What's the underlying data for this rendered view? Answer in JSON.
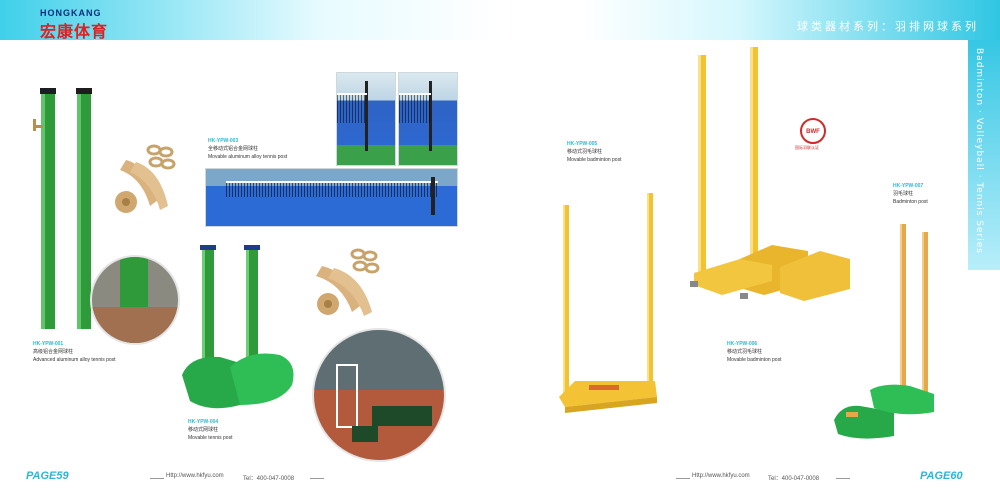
{
  "header": {
    "logo_en": "HONGKANG",
    "logo_cn": "宏康体育",
    "series_cn": "球类器材系列：羽排网球系列",
    "side_series": "Badminton · Volleyball · Tennis Series"
  },
  "products": {
    "p001": {
      "code": "HK-YPW-001",
      "cn": "高级铝合金网球柱",
      "en": "Advanced aluminum alloy tennis post"
    },
    "p003": {
      "code": "HK-YPW-003",
      "cn": "全移动式铝合金网球柱",
      "en": "Movable aluminum alloy tennis post"
    },
    "p004": {
      "code": "HK-YPW-004",
      "cn": "移动式网球柱",
      "en": "Movable tennis post"
    },
    "p005": {
      "code": "HK-YPW-005",
      "cn": "移动式羽毛球柱",
      "en": "Movable badminton post"
    },
    "p006": {
      "code": "HK-YPW-006",
      "cn": "移动式羽毛球柱",
      "en": "Movable badminton post"
    },
    "p007": {
      "code": "HK-YPW-007",
      "cn": "羽毛球柱",
      "en": "Badminton post"
    }
  },
  "badge": {
    "logo": "BWF",
    "cn": "国际羽联认证"
  },
  "footer": {
    "left": {
      "url": "Http://www.hkfyu.com",
      "tel": "Tel：400-047-0008",
      "page": "PAGE59"
    },
    "right": {
      "url": "Http://www.hkfyu.com",
      "tel": "Tel：400-047-0008",
      "page": "PAGE60"
    }
  },
  "colors": {
    "accent": "#2ab7d6",
    "post_green": "#2f9a3a",
    "post_yellow": "#f2c230",
    "base_green": "#27a94a",
    "badge_red": "#d02a2a"
  }
}
